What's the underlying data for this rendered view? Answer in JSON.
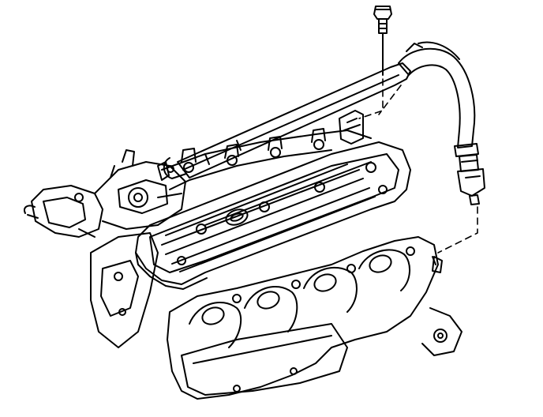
{
  "figure": {
    "caption": "",
    "colors": {
      "ink": "#000000",
      "paper": "#ffffff"
    },
    "parts": [
      {
        "id": "bolt",
        "icon": "bolt-icon"
      },
      {
        "id": "vent-pipe",
        "icon": "pipe-icon"
      },
      {
        "id": "vent-hose-elbow",
        "icon": "hose-icon"
      },
      {
        "id": "hose-fitting",
        "icon": "fitting-icon"
      },
      {
        "id": "valve-cover",
        "icon": "cover-icon"
      },
      {
        "id": "exhaust-manifold",
        "icon": "manifold-icon"
      },
      {
        "id": "engine-block",
        "icon": "engine-icon"
      }
    ]
  }
}
